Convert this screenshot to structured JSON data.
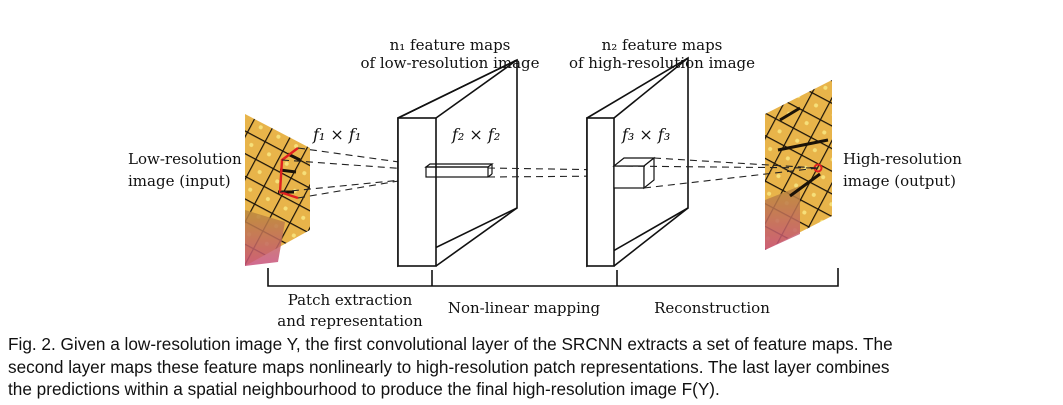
{
  "figure": {
    "input_label": [
      "Low-resolution",
      "image (input)"
    ],
    "output_label": [
      "High-resolution",
      "image (output)"
    ],
    "layer1_kernel": "f₁ × f₁",
    "layer2_kernel": "f₂ × f₂",
    "layer3_kernel": "f₃ × f₃",
    "maps1_title": [
      "n₁ feature maps",
      "of low-resolution image"
    ],
    "maps2_title": [
      "n₂ feature maps",
      "of high-resolution image"
    ],
    "stage1": [
      "Patch extraction",
      "and representation"
    ],
    "stage2": "Non-linear mapping",
    "stage3": "Reconstruction"
  },
  "caption": {
    "line1": "Fig. 2.  Given a low-resolution image Y, the first convolutional layer of the SRCNN extracts a set of feature maps. The",
    "line2": "second layer maps these feature maps nonlinearly to high-resolution patch representations. The last layer combines",
    "line3": "the predictions within a spatial neighbourhood to produce the final high-resolution image F(Y)."
  },
  "colors": {
    "butterfly_orange": "#e3a13a",
    "butterfly_yellow": "#f2d45a",
    "butterfly_black": "#1a1208",
    "flower_pink": "#c9507e",
    "highlight_red": "#e02020"
  }
}
